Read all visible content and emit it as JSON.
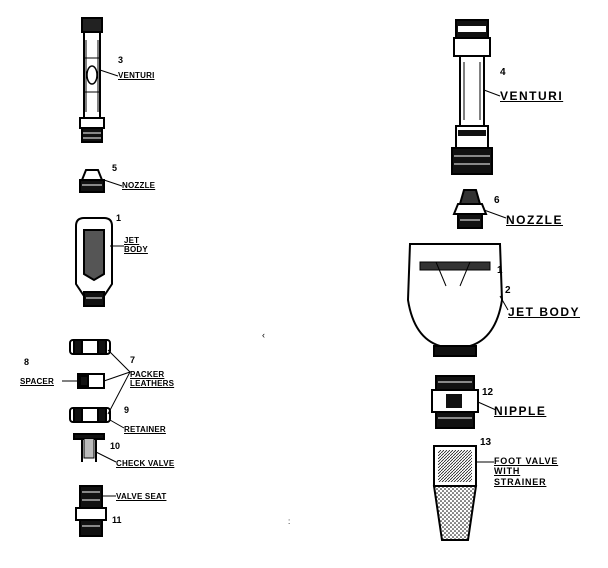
{
  "parts_left": [
    {
      "number": "3",
      "name": "VENTURI"
    },
    {
      "number": "5",
      "name": "NOZZLE"
    },
    {
      "number": "1",
      "name_line1": "JET",
      "name_line2": "BODY"
    },
    {
      "number": "8",
      "name": "SPACER"
    },
    {
      "number": "7",
      "name_line1": "PACKER",
      "name_line2": "LEATHERS"
    },
    {
      "number": "9",
      "name": "RETAINER"
    },
    {
      "number": "10",
      "name": "CHECK VALVE"
    },
    {
      "number": "11",
      "name": "VALVE SEAT"
    }
  ],
  "parts_right": [
    {
      "number": "4",
      "name": "VENTURI"
    },
    {
      "number": "6",
      "name": "NOZZLE"
    },
    {
      "number": "1",
      "number_b": "2",
      "name": "JET BODY"
    },
    {
      "number": "12",
      "name": "NIPPLE"
    },
    {
      "number": "13",
      "name_line1": "FOOT VALVE",
      "name_line2": "WITH",
      "name_line3": "STRAINER"
    }
  ]
}
